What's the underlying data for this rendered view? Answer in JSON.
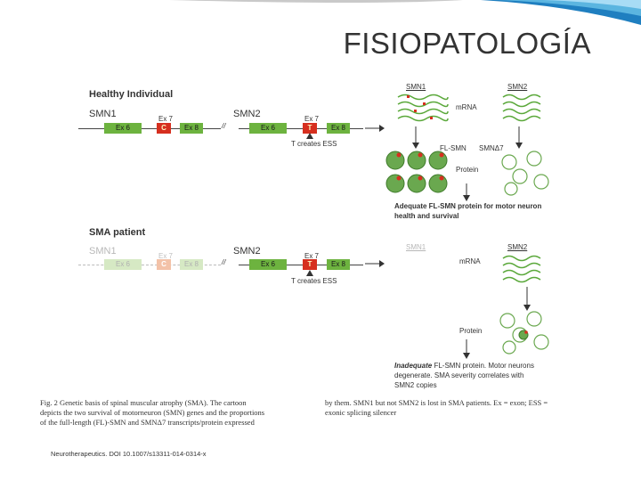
{
  "slide_title": "FISIOPATOLOGÍA",
  "healthy": {
    "heading": "Healthy Individual",
    "smn1_label": "SMN1",
    "smn2_label": "SMN2",
    "ex7_label": "Ex 7",
    "ex6": "Ex 6",
    "ex7_letter_c": "C",
    "ex8": "Ex 8",
    "ex7_letter_t": "T",
    "ess_note": "T creates ESS",
    "right": {
      "smn1": "SMN1",
      "smn2": "SMN2",
      "mrna": "mRNA",
      "fl_smn": "FL-SMN",
      "smn_d7": "SMNΔ7",
      "protein": "Protein",
      "outcome_line1": "Adequate FL-SMN protein for motor neuron",
      "outcome_line2": "health and survival"
    }
  },
  "patient": {
    "heading": "SMA patient",
    "smn1_label": "SMN1",
    "smn2_label": "SMN2",
    "ex7_label": "Ex 7",
    "ex6": "Ex 6",
    "ex7_letter_c": "C",
    "ex8": "Ex 8",
    "ex7_letter_t": "T",
    "ess_note": "T creates ESS",
    "right": {
      "smn1": "SMN1",
      "smn2": "SMN2",
      "mrna": "mRNA",
      "protein": "Protein",
      "outcome_emph": "Inadequate",
      "outcome_line1": " FL-SMN protein. Motor neurons",
      "outcome_line2": "degenerate. SMA severity correlates with",
      "outcome_line3": "SMN2 copies"
    }
  },
  "caption": {
    "left_line1": "Fig. 2  Genetic basis of spinal muscular atrophy (SMA). The cartoon",
    "left_line2": "depicts the two survival of motorneuron (SMN) genes and the proportions",
    "left_line3": "of the full-length (FL)-SMN and SMNΔ7 transcripts/protein expressed",
    "right_line1": "by them. SMN1 but not SMN2 is lost in SMA patients. Ex = exon; ESS =",
    "right_line2": "exonic splicing silencer"
  },
  "footer": "Neurotherapeutics. DOI 10.1007/s13311-014-0314-x",
  "colors": {
    "exon_green": "#6db33f",
    "exon_red": "#d62f1f",
    "mrna_green": "#5aa83a",
    "protein_green": "#6aa84f",
    "top_banner": "#5bb5e0"
  }
}
